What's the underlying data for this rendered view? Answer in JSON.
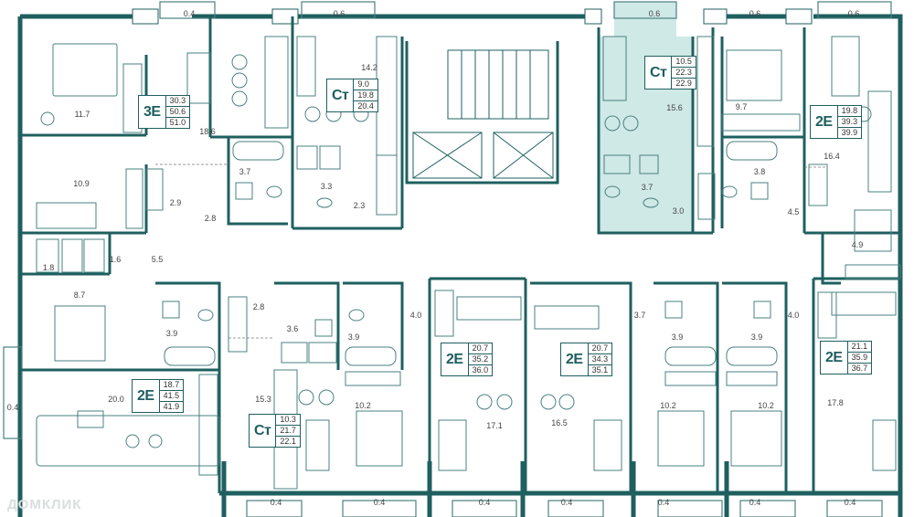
{
  "colors": {
    "wall": "#1f5f5f",
    "highlight": "#cfe9e6",
    "line": "#4a8080"
  },
  "units": [
    {
      "type": "3Е",
      "areas": [
        "30.3",
        "50.6",
        "51.0"
      ]
    },
    {
      "type": "Ст",
      "areas": [
        "9.0",
        "19.8",
        "20.4"
      ]
    },
    {
      "type": "Ст",
      "areas": [
        "10.5",
        "22.3",
        "22.9"
      ]
    },
    {
      "type": "2Е",
      "areas": [
        "19.8",
        "39.3",
        "39.9"
      ]
    },
    {
      "type": "2Е",
      "areas": [
        "18.7",
        "41.5",
        "41.9"
      ]
    },
    {
      "type": "Ст",
      "areas": [
        "10.3",
        "21.7",
        "22.1"
      ]
    },
    {
      "type": "2Е",
      "areas": [
        "20.7",
        "35.2",
        "36.0"
      ]
    },
    {
      "type": "2Е",
      "areas": [
        "20.7",
        "34.3",
        "35.1"
      ]
    },
    {
      "type": "2Е",
      "areas": [
        "21.1",
        "35.9",
        "36.7"
      ]
    }
  ],
  "rooms": [
    "0.4",
    "0.6",
    "0.6",
    "0.6",
    "0.6",
    "11.7",
    "18.6",
    "14.2",
    "15.6",
    "9.7",
    "16.4",
    "10.9",
    "3.7",
    "3.3",
    "2.3",
    "3.7",
    "3.0",
    "3.8",
    "2.9",
    "2.8",
    "4.5",
    "4.9",
    "1.8",
    "1.6",
    "5.5",
    "8.7",
    "2.8",
    "3.6",
    "4.0",
    "3.7",
    "4.0",
    "3.9",
    "3.9",
    "3.9",
    "3.9",
    "0.4",
    "20.0",
    "15.3",
    "10.2",
    "10.2",
    "10.2",
    "17.1",
    "16.5",
    "17.8",
    "0.4",
    "0.4",
    "0.4",
    "0.4",
    "0.4",
    "0.4",
    "0.4"
  ],
  "watermark": "ДОМКЛИК"
}
